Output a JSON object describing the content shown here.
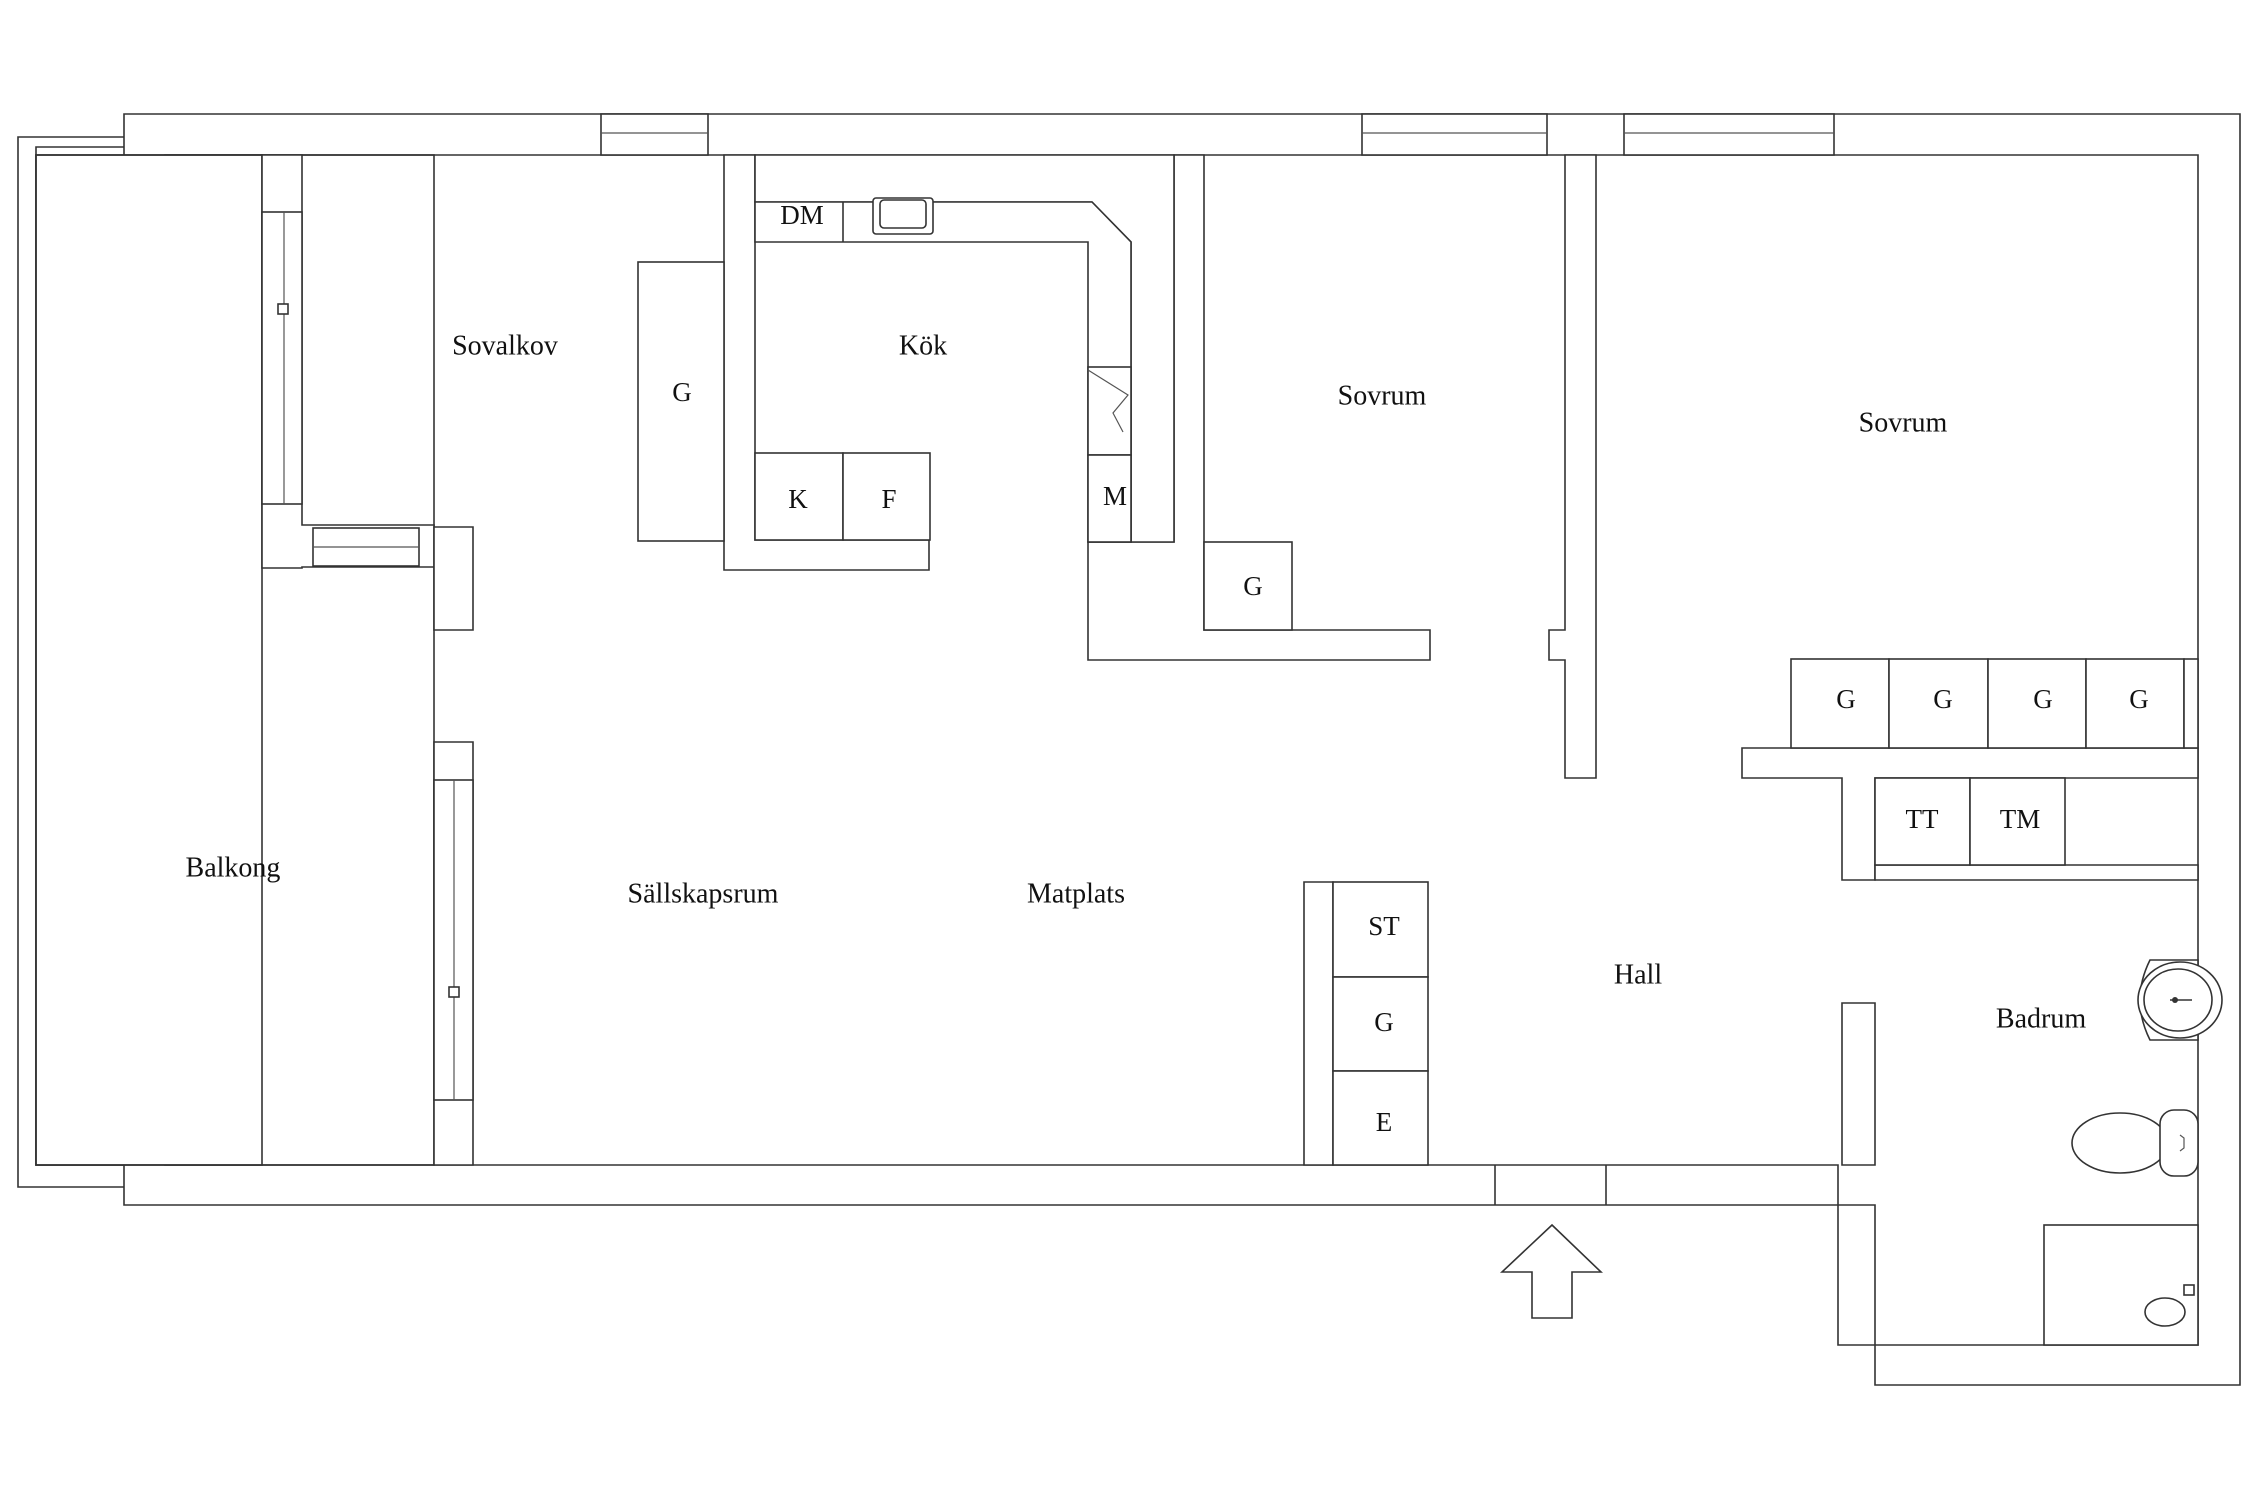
{
  "rooms": {
    "balkong": "Balkong",
    "sovalkov": "Sovalkov",
    "kok": "Kök",
    "sovrum_1": "Sovrum",
    "sovrum_2": "Sovrum",
    "sallskapsrum": "Sällskapsrum",
    "matplats": "Matplats",
    "hall": "Hall",
    "badrum": "Badrum"
  },
  "fixtures": {
    "dm": "DM",
    "k": "K",
    "f": "F",
    "m": "M",
    "sovalkov_g": "G",
    "sovrum1_g": "G",
    "sovrum2_g1": "G",
    "sovrum2_g2": "G",
    "sovrum2_g3": "G",
    "sovrum2_g4": "G",
    "tt": "TT",
    "tm": "TM",
    "st": "ST",
    "hall_g": "G",
    "e": "E"
  }
}
